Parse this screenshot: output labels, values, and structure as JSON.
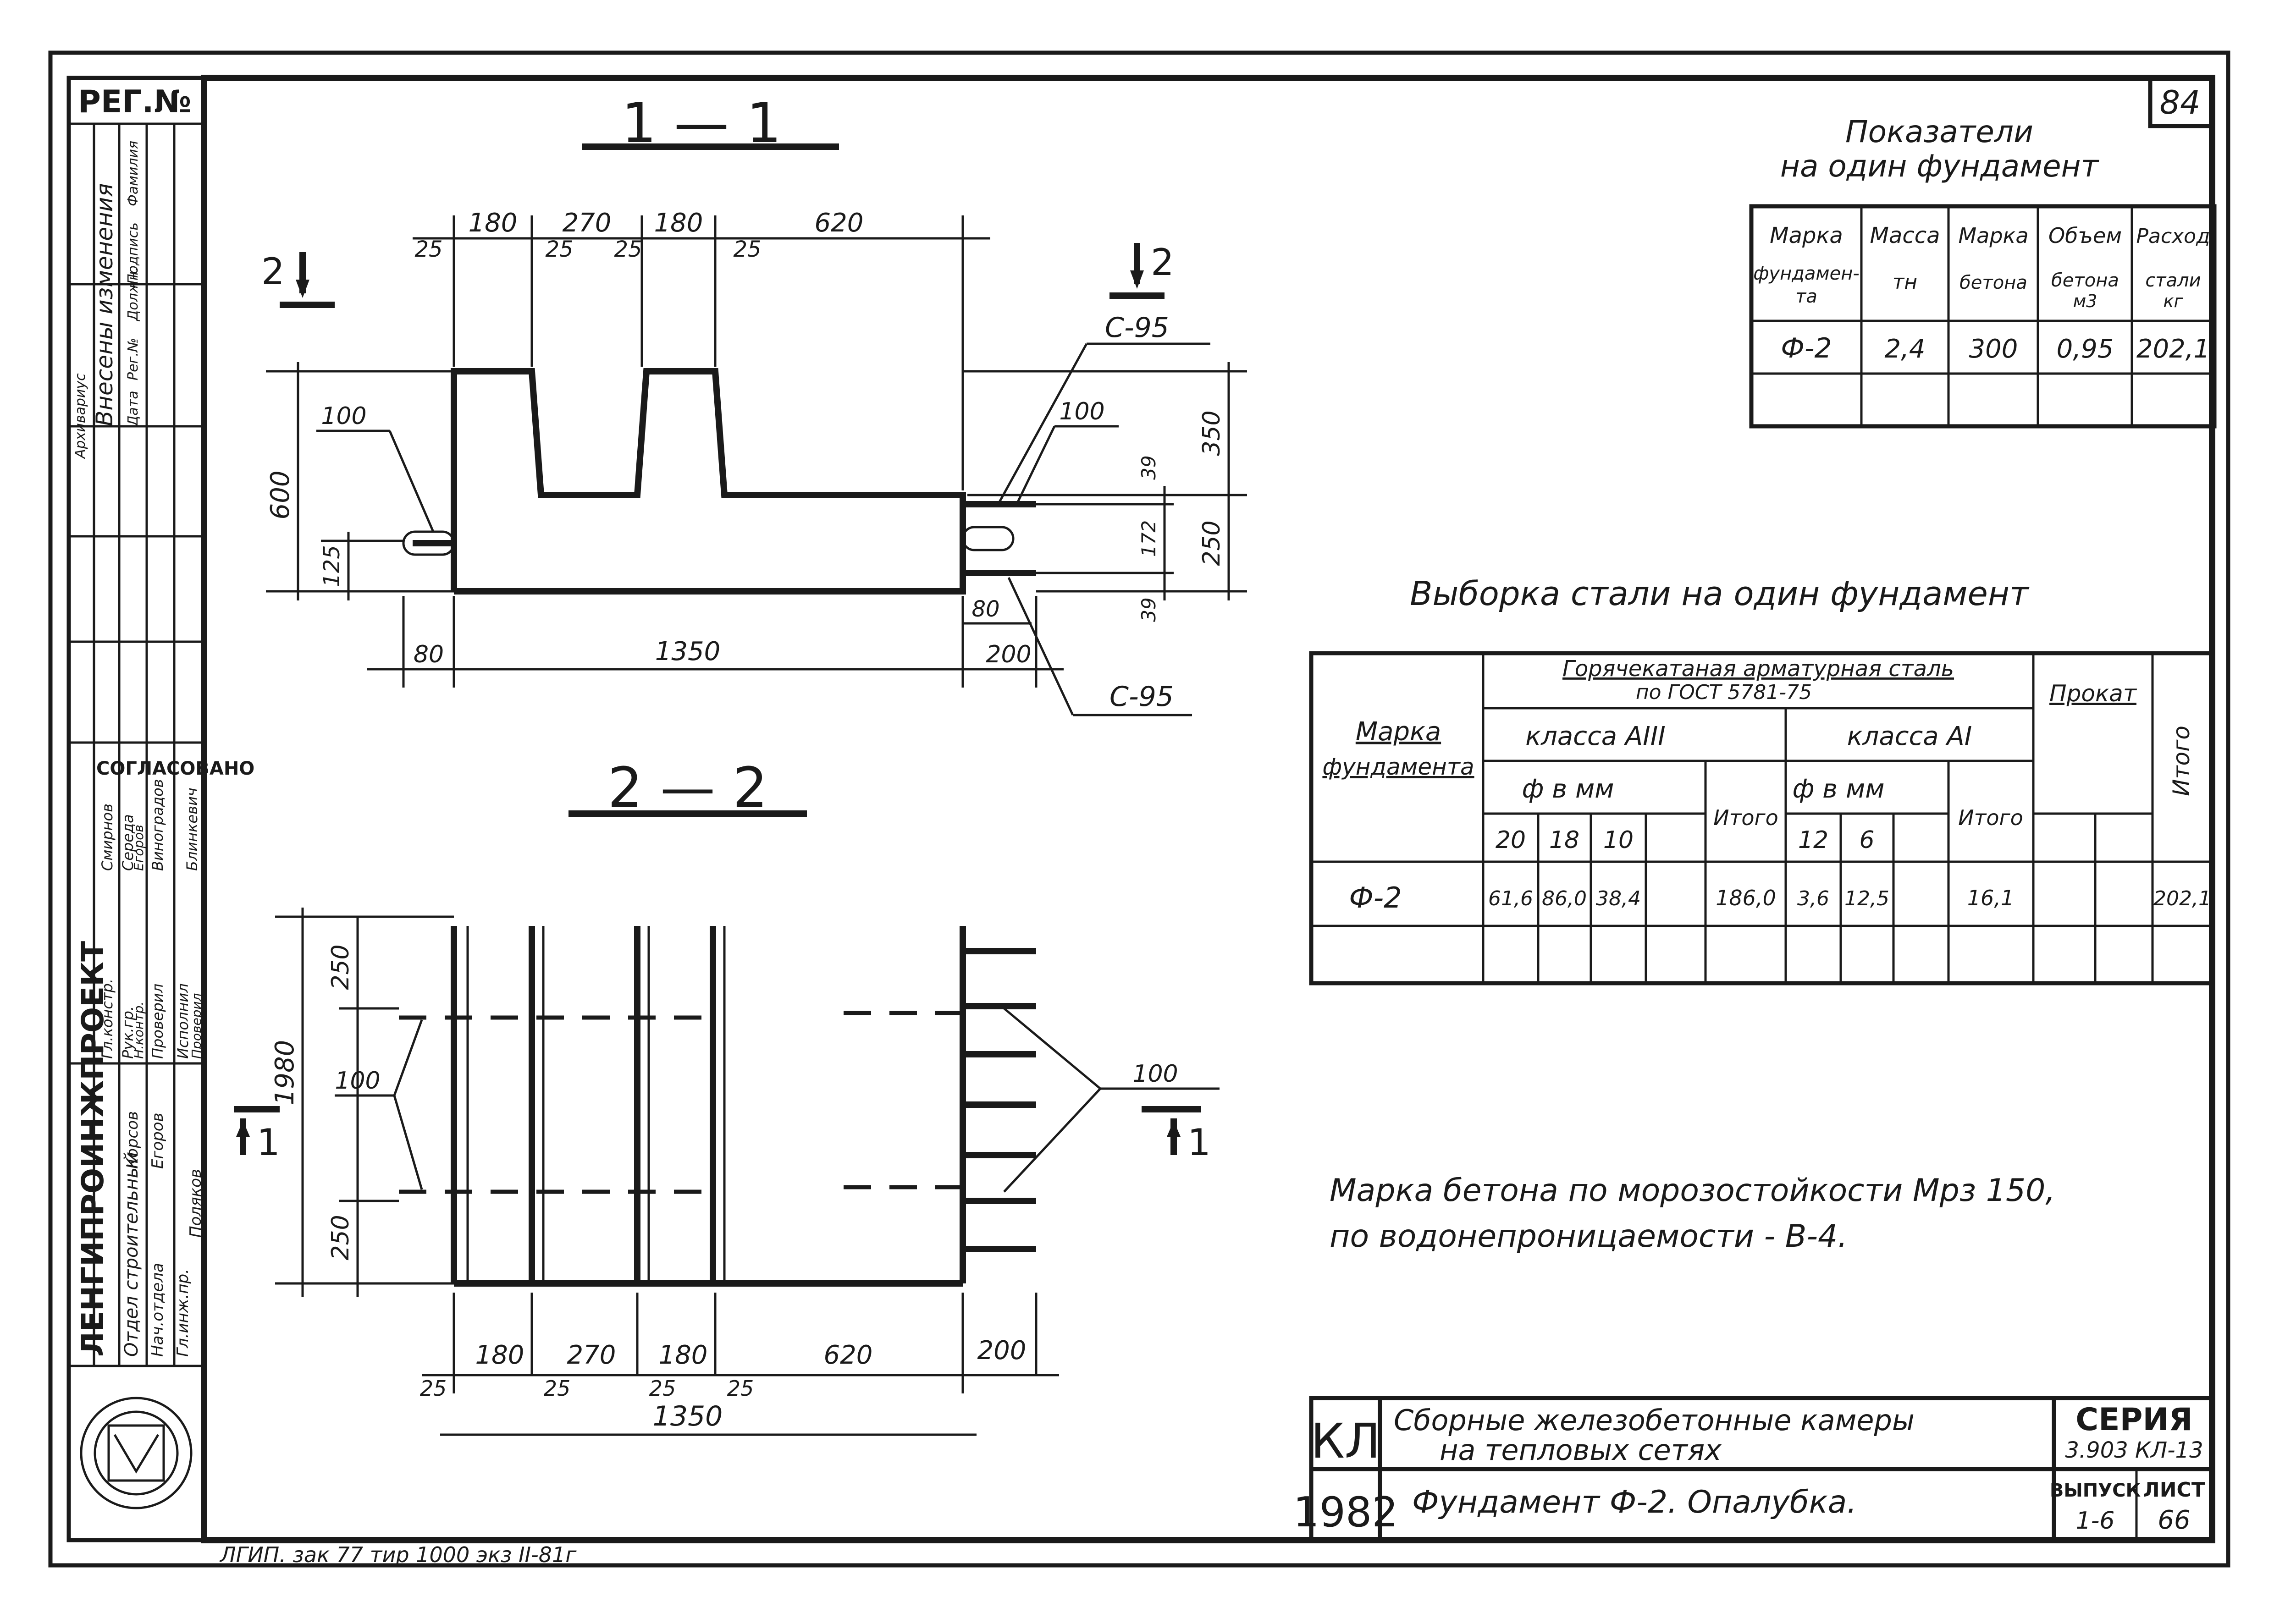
{
  "sheet_number": "84",
  "reg_label": "РЕГ.№",
  "stamp": {
    "changes_header": "Внесены изменения",
    "col_labels": [
      "Дата",
      "Рег.№",
      "Подпись",
      "Фамилия",
      "Должн.",
      "Архивариус"
    ],
    "agreed": "СОГЛАСОВАНО",
    "names": [
      "Смирнов",
      "Середа",
      "Егоров",
      "Виноградов",
      "Блинкевич"
    ],
    "roles": [
      "Гл.констр.",
      "Рук.гр.",
      "Н.контр.",
      "Проверил",
      "Исполнил",
      "Проверил"
    ],
    "company": "ЛЕНГИПРОИНЖПРОЕКТ",
    "department_lines": [
      "Отдел строительный",
      "Нач.отдела",
      "Гл.инж.пр."
    ],
    "dept_names": [
      "Корсов",
      "Егоров",
      "Поляков"
    ]
  },
  "section_titles": {
    "s11": "1 — 1",
    "s22": "2 — 2"
  },
  "section_marks": {
    "s2": "2",
    "s1": "1"
  },
  "section1": {
    "top_dims": [
      "180",
      "270",
      "180",
      "620"
    ],
    "small_dims": [
      "25",
      "25",
      "25",
      "25"
    ],
    "left_dims": [
      "600",
      "125"
    ],
    "right_dims": [
      "350",
      "250",
      "39",
      "172",
      "39"
    ],
    "bottom_dims": [
      "80",
      "1350",
      "80",
      "200"
    ],
    "callouts": [
      "100",
      "100"
    ],
    "bars": [
      "С-95",
      "С-95"
    ]
  },
  "section2": {
    "left_dims": [
      "250",
      "1980",
      "250"
    ],
    "callouts": [
      "100",
      "100"
    ],
    "bottom_dims": [
      "180",
      "270",
      "180",
      "620",
      "200"
    ],
    "small_dims": [
      "25",
      "25",
      "25",
      "25"
    ],
    "total": "1350"
  },
  "indicators": {
    "title_lines": [
      "Показатели",
      "на один фундамент"
    ],
    "headers": [
      [
        "Марка",
        "фундамен-",
        "та"
      ],
      [
        "Масса",
        "тн"
      ],
      [
        "Марка",
        "бетона"
      ],
      [
        "Объем",
        "бетона",
        "м3"
      ],
      [
        "Расход",
        "стали",
        "кг"
      ]
    ],
    "row": [
      "Ф-2",
      "2,4",
      "300",
      "0,95",
      "202,1"
    ]
  },
  "steel": {
    "title": "Выборка стали на один фундамент",
    "col_mark": [
      "Марка",
      "фундамента"
    ],
    "hot_rolled": [
      "Горячекатаная арматурная сталь",
      "по ГОСТ 5781-75"
    ],
    "class_a3": "класса АIII",
    "class_a1": "класса АI",
    "diam": "ф в мм",
    "prokat": "Прокат",
    "itogo": "Итого",
    "diam_a3": [
      "20",
      "18",
      "10"
    ],
    "diam_a1": [
      "12",
      "6"
    ],
    "row": {
      "mark": "Ф-2",
      "a3_values": [
        "61,6",
        "86,0",
        "38,4"
      ],
      "a3_total": "186,0",
      "a1_values": [
        "3,6",
        "12,5"
      ],
      "a1_total": "16,1",
      "total": "202,1"
    }
  },
  "notes": [
    "Марка бетона по морозостойкости Мрз 150,",
    "по водонепроницаемости - В-4."
  ],
  "title_block": {
    "code": "КЛ",
    "year": "1982",
    "title_line1": "Сборные железобетонные камеры",
    "title_line2": "на тепловых сетях",
    "subtitle": "Фундамент Ф-2. Опалубка.",
    "series_label": "СЕРИЯ",
    "series_value": "3.903 КЛ-13",
    "issue_label": "ВЫПУСК",
    "issue_value": "1-6",
    "sheet_label": "ЛИСТ",
    "sheet_value": "66"
  },
  "footer": "ЛГИП. зак 77 тир 1000 экз II-81г"
}
